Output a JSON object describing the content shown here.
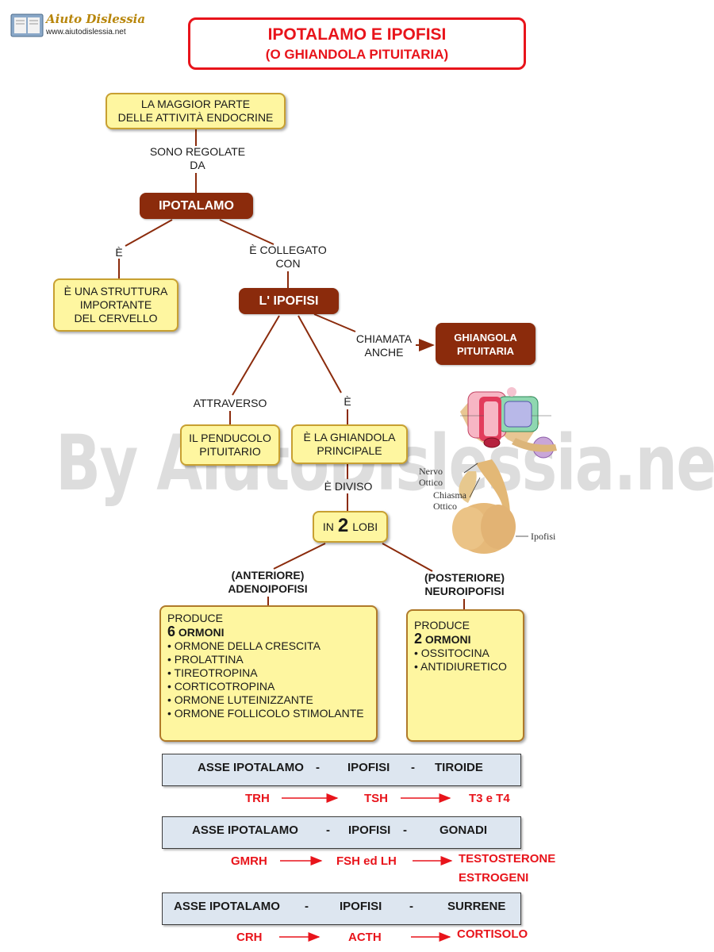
{
  "header": {
    "logo_title": "Aiuto Dislessia",
    "logo_url": "www.aiutodislessia.net",
    "title_line1": "IPOTALAMO E IPOFISI",
    "title_line2": "(O GHIANDOLA PITUITARIA)"
  },
  "map": {
    "top_box": [
      "LA MAGGIOR PARTE",
      "DELLE ATTIVITÀ ENDOCRINE"
    ],
    "link_regolate": [
      "SONO REGOLATE",
      "DA"
    ],
    "ipotalamo": "IPOTALAMO",
    "link_e": "È",
    "struttura_box": [
      "È UNA STRUTTURA",
      "IMPORTANTE",
      "DEL CERVELLO"
    ],
    "link_collegato": [
      "È COLLEGATO",
      "CON"
    ],
    "ipofisi": "L' IPOFISI",
    "link_chiamata": [
      "CHIAMATA",
      "ANCHE"
    ],
    "ghiandola_box": [
      "GHIANGOLA",
      "PITUITARIA"
    ],
    "link_attraverso": "ATTRAVERSO",
    "link_e2": "È",
    "penducolo_box": [
      "IL PENDUCOLO",
      "PITUITARIO"
    ],
    "principale_box": [
      "È LA GHIANDOLA",
      "PRINCIPALE"
    ],
    "link_diviso": "È DIVISO",
    "lobi_prefix": "IN",
    "lobi_num": "2",
    "lobi_suffix": "LOBI",
    "anteriore_title": [
      "(ANTERIORE)",
      "ADENOIPOFISI"
    ],
    "posteriore_title": [
      "(POSTERIORE)",
      "NEUROIPOFISI"
    ],
    "anteriore_box": {
      "produce": "PRODUCE",
      "count": "6",
      "ormoni": "ORMONI",
      "items": [
        "ORMONE DELLA CRESCITA",
        "PROLATTINA",
        "TIREOTROPINA",
        "CORTICOTROPINA",
        "ORMONE LUTEINIZZANTE",
        "ORMONE FOLLICOLO STIMOLANTE"
      ]
    },
    "posteriore_box": {
      "produce": "PRODUCE",
      "count": "2",
      "ormoni": "ORMONI",
      "items": [
        "OSSITOCINA",
        "ANTIDIURETICO"
      ]
    }
  },
  "illustration": {
    "labels": {
      "nervo": [
        "Nervo",
        "Ottico"
      ],
      "chiasma": [
        "Chiasma",
        "Ottico"
      ],
      "ipofisi": "Ipofisi"
    }
  },
  "axes": [
    {
      "parts": [
        "ASSE IPOTALAMO",
        "-",
        "IPOFISI",
        "-",
        "TIROIDE"
      ],
      "chain": [
        "TRH",
        "TSH",
        "T3 e T4"
      ]
    },
    {
      "parts": [
        "ASSE IPOTALAMO",
        "-",
        "IPOFISI",
        "-",
        "GONADI"
      ],
      "chain": [
        "GMRH",
        "FSH ed LH",
        "TESTOSTERONE",
        "ESTROGENI"
      ]
    },
    {
      "parts": [
        "ASSE IPOTALAMO",
        "-",
        "IPOFISI",
        "-",
        "SURRENE"
      ],
      "chain": [
        "CRH",
        "ACTH",
        "CORTISOLO"
      ]
    }
  ],
  "watermark": "By AiutoDislessia.net",
  "colors": {
    "node_brown": "#8b2b0c",
    "box_yellow": "#fef6a0",
    "title_red": "#e8141b",
    "axis_blue": "#dde6f0"
  }
}
